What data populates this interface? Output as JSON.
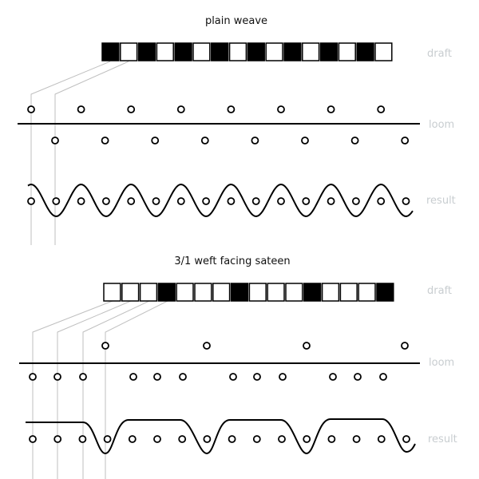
{
  "sections": [
    {
      "title": "plain weave",
      "draft_cells": [
        1,
        0,
        1,
        0,
        1,
        0,
        1,
        0,
        1,
        0,
        1,
        0,
        1,
        0,
        1,
        0
      ],
      "loom_up_count": 8,
      "loom_down_count": 8,
      "result_threads": 16
    },
    {
      "title": "3/1 weft facing sateen",
      "draft_cells": [
        0,
        0,
        0,
        1,
        0,
        0,
        0,
        1,
        0,
        0,
        0,
        1,
        0,
        0,
        0,
        1
      ],
      "loom_up_count": 4,
      "loom_down_count": 12,
      "result_threads": 16
    }
  ],
  "labels": {
    "draft": "draft",
    "loom": "loom",
    "result": "result"
  },
  "colors": {
    "ink": "#000000",
    "label": "#c8cdd0",
    "guide": "#bfbfbf"
  }
}
